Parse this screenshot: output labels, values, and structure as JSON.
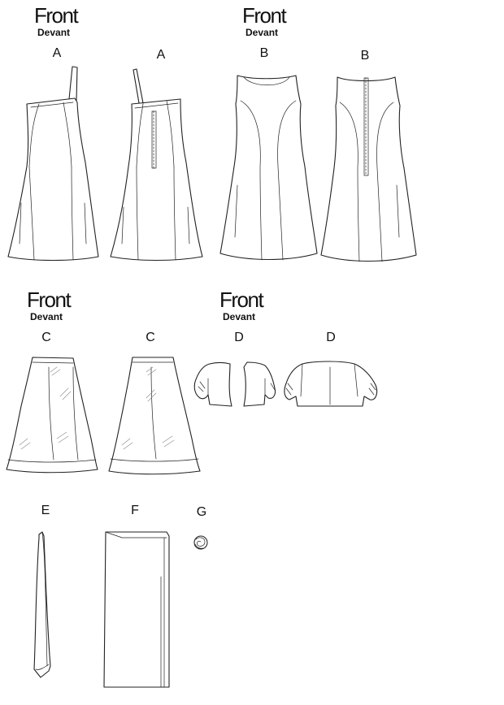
{
  "headings": [
    {
      "front": "Front",
      "devant": "Devant"
    },
    {
      "front": "Front",
      "devant": "Devant"
    },
    {
      "front": "Front",
      "devant": "Devant"
    },
    {
      "front": "Front",
      "devant": "Devant"
    }
  ],
  "view_labels": [
    "A",
    "A",
    "B",
    "B",
    "C",
    "C",
    "D",
    "D",
    "E",
    "F",
    "G"
  ],
  "garments": {
    "A": "dress-one-shoulder",
    "B": "dress-sleeveless",
    "C": "skirt",
    "D": "bolero",
    "E": "sash",
    "F": "wrap",
    "G": "flower"
  }
}
